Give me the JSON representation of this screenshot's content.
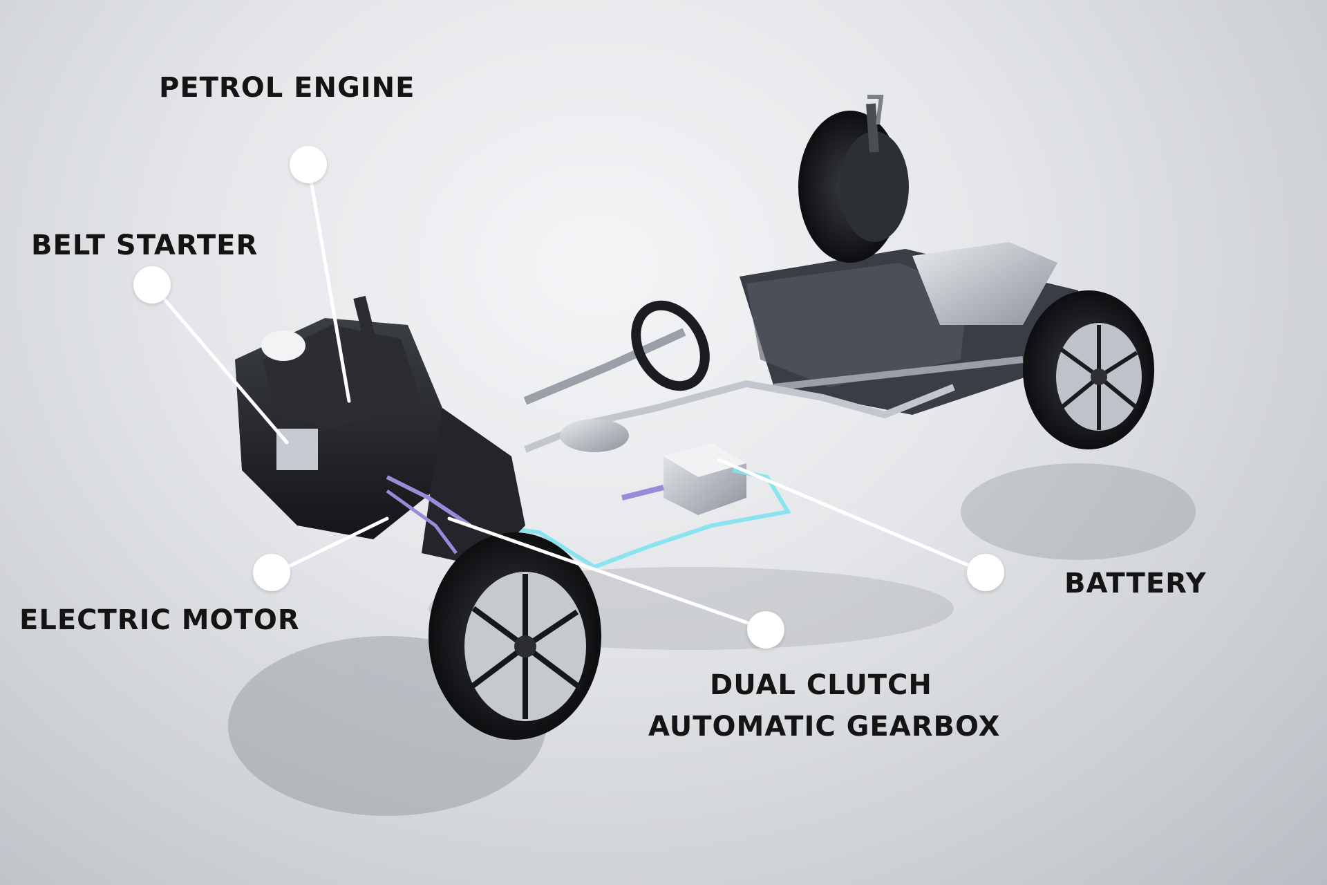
{
  "callouts": [
    {
      "id": "petrol-engine",
      "text": "PETROL ENGINE"
    },
    {
      "id": "belt-starter",
      "text": "BELT STARTER"
    },
    {
      "id": "electric-motor",
      "text": "ELECTRIC MOTOR"
    },
    {
      "id": "dual-clutch",
      "lines": [
        "DUAL CLUTCH",
        "AUTOMATIC GEARBOX"
      ]
    },
    {
      "id": "battery",
      "text": "BATTERY"
    }
  ],
  "colors": {
    "label_text": "#141414",
    "callout_line": "#ffffff",
    "high_voltage_cable": "#7fe3f0",
    "low_voltage_cable": "#9a8ad8",
    "chassis_dark": "#1c1e22"
  }
}
